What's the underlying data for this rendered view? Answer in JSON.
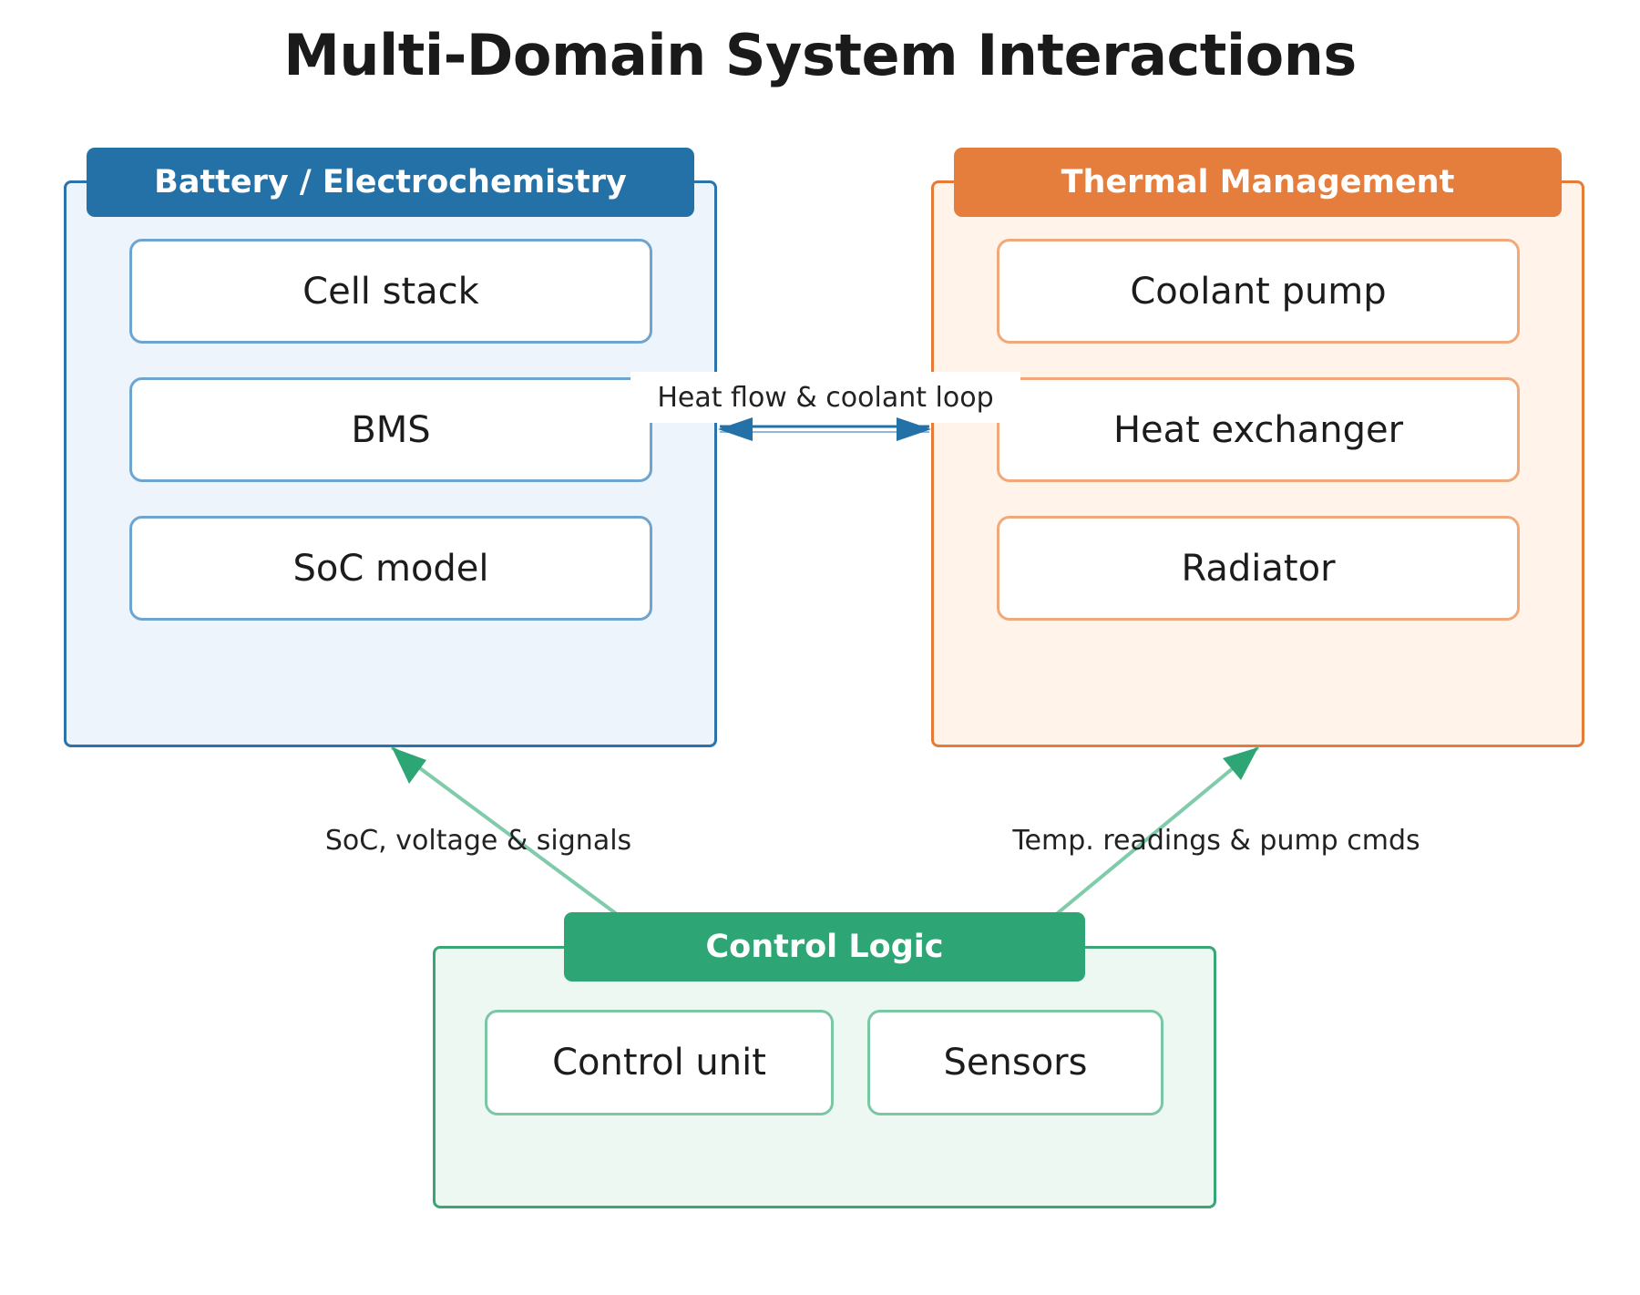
{
  "title": "Multi-Domain System Interactions",
  "colors": {
    "battery": "#2471a8",
    "thermal": "#e57e3c",
    "control": "#2ea574"
  },
  "battery": {
    "title": "Battery / Electrochemistry",
    "items": [
      "Cell stack",
      "BMS",
      "SoC model"
    ]
  },
  "thermal": {
    "title": "Thermal Management",
    "items": [
      "Coolant pump",
      "Heat exchanger",
      "Radiator"
    ]
  },
  "control": {
    "title": "Control Logic",
    "items": [
      "Control unit",
      "Sensors"
    ]
  },
  "edges": {
    "battery_thermal": "Heat flow & coolant loop",
    "control_battery": "SoC, voltage & signals",
    "control_thermal": "Temp. readings & pump cmds"
  }
}
